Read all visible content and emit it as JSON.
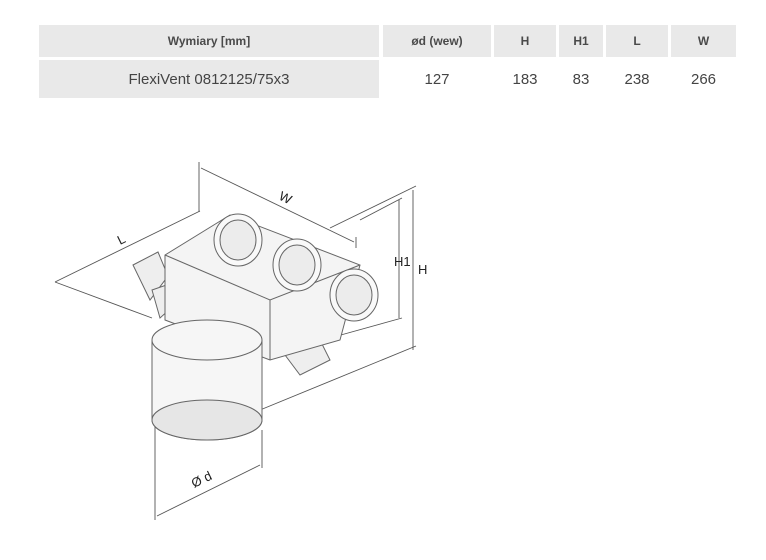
{
  "table": {
    "headers": [
      "Wymiary [mm]",
      "ød (wew)",
      "H",
      "H1",
      "L",
      "W"
    ],
    "row": [
      "FlexiVent 0812125/75x3",
      "127",
      "183",
      "83",
      "238",
      "266"
    ]
  },
  "drawing": {
    "label_w": "W",
    "label_l": "L",
    "label_h1": "H1",
    "label_h": "H",
    "label_d": "Ø d"
  }
}
